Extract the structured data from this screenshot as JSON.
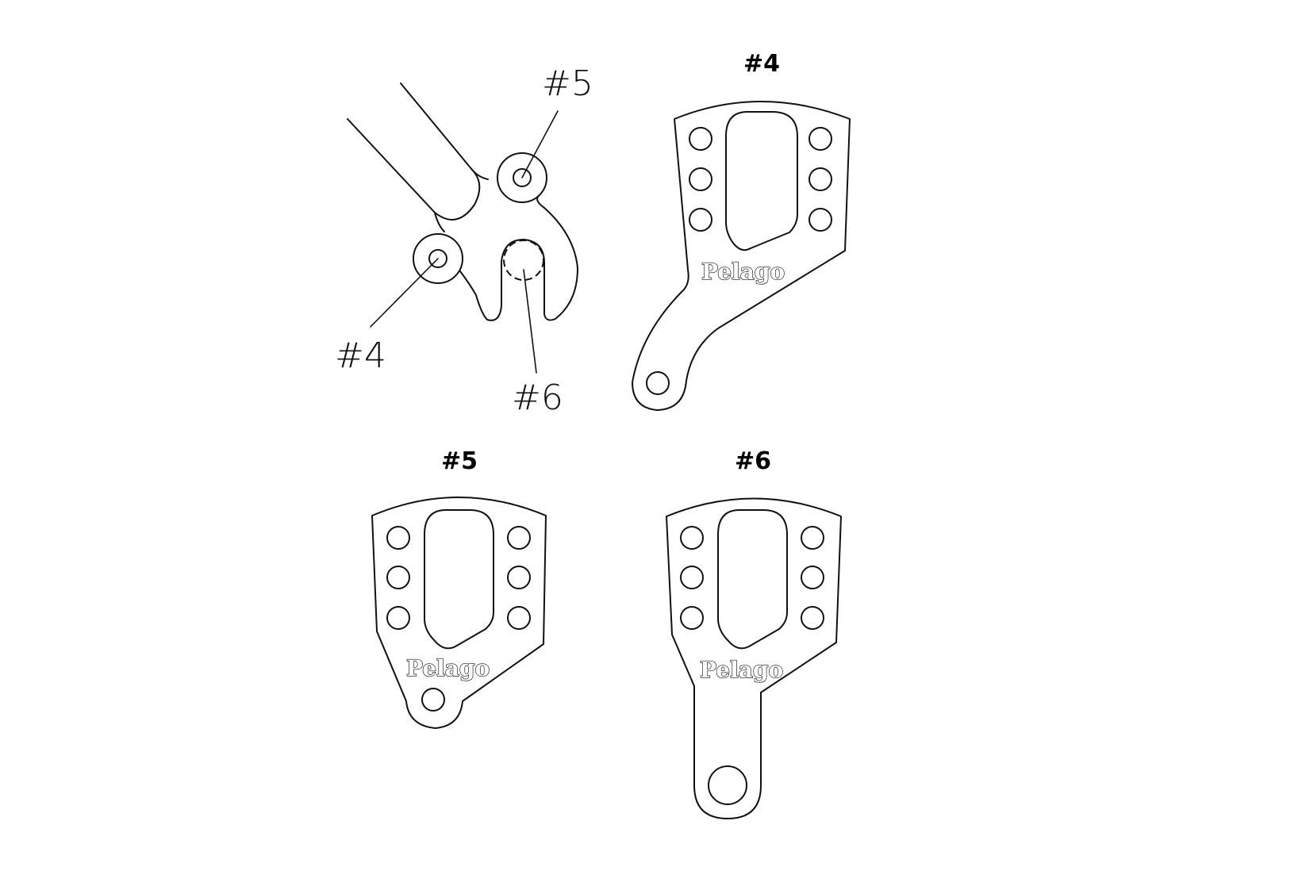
{
  "overview": {
    "callouts": {
      "c4": "#4",
      "c5": "#5",
      "c6": "#6"
    }
  },
  "plates": {
    "p4": {
      "title": "#4",
      "logo": "Pelago"
    },
    "p5": {
      "title": "#5",
      "logo": "Pelago"
    },
    "p6": {
      "title": "#6",
      "logo": "Pelago"
    }
  },
  "colors": {
    "line": "#111111",
    "background": "#ffffff"
  }
}
